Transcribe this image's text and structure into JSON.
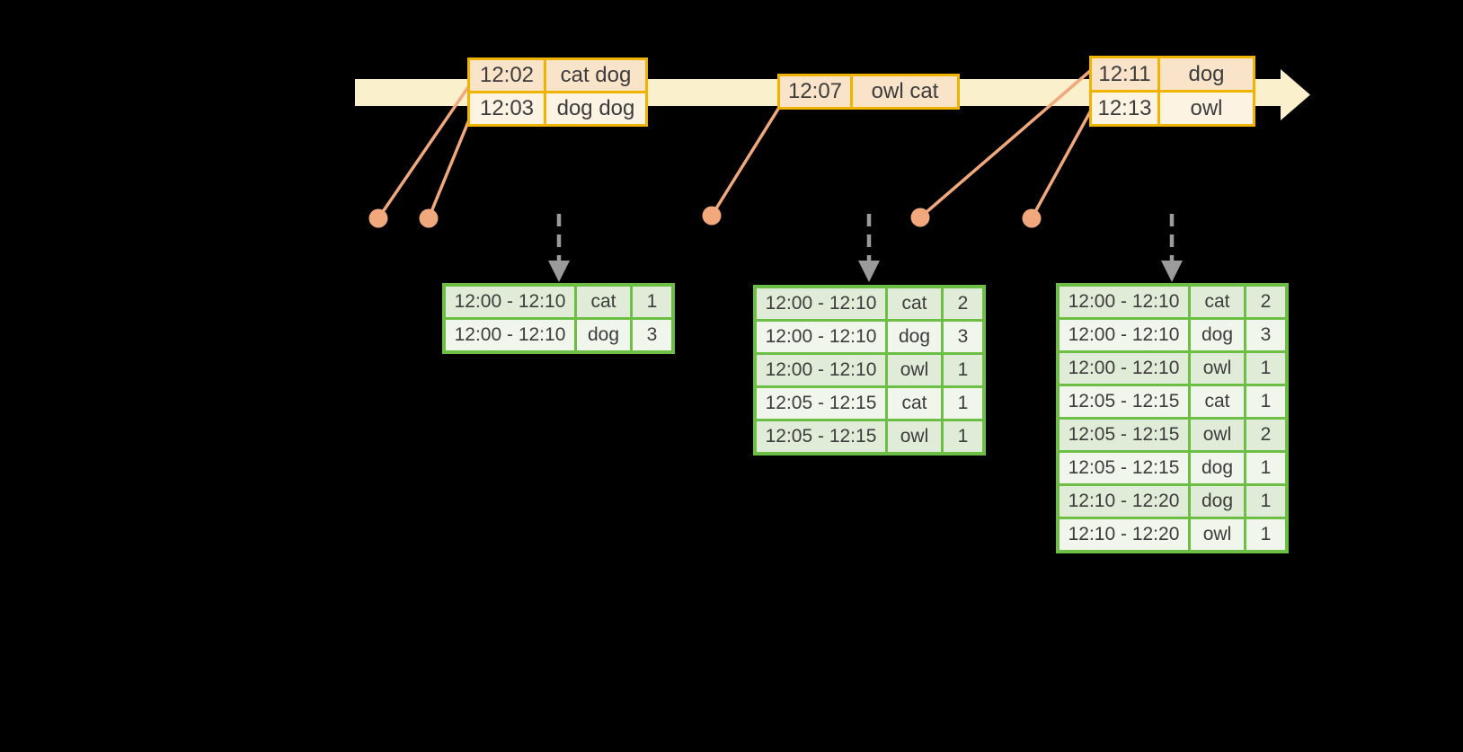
{
  "background": "#000000",
  "colors": {
    "timeline_fill": "#FAF0CB",
    "event_border": "#F0B400",
    "event_row_dark": "#F9E4C9",
    "event_row_light": "#FCF3E3",
    "connector": "#F0A87C",
    "dashed_arrow": "#9B9B9B",
    "result_border": "#6DBE45",
    "result_row_dark": "#E1ECD8",
    "result_row_light": "#F0F6EC",
    "text": "#3C3C3C"
  },
  "event_tables": [
    {
      "name": "events-batch-1",
      "rows": [
        [
          "12:02",
          "cat dog"
        ],
        [
          "12:03",
          "dog dog"
        ]
      ]
    },
    {
      "name": "events-batch-2",
      "rows": [
        [
          "12:07",
          "owl cat"
        ]
      ]
    },
    {
      "name": "events-batch-3",
      "rows": [
        [
          "12:11",
          "dog"
        ],
        [
          "12:13",
          "owl"
        ]
      ]
    }
  ],
  "result_tables": [
    {
      "name": "windowed-counts-1",
      "rows": [
        [
          "12:00 - 12:10",
          "cat",
          "1"
        ],
        [
          "12:00 - 12:10",
          "dog",
          "3"
        ]
      ]
    },
    {
      "name": "windowed-counts-2",
      "rows": [
        [
          "12:00 - 12:10",
          "cat",
          "2"
        ],
        [
          "12:00 - 12:10",
          "dog",
          "3"
        ],
        [
          "12:00 - 12:10",
          "owl",
          "1"
        ],
        [
          "12:05 - 12:15",
          "cat",
          "1"
        ],
        [
          "12:05 - 12:15",
          "owl",
          "1"
        ]
      ]
    },
    {
      "name": "windowed-counts-3",
      "rows": [
        [
          "12:00 - 12:10",
          "cat",
          "2"
        ],
        [
          "12:00 - 12:10",
          "dog",
          "3"
        ],
        [
          "12:00 - 12:10",
          "owl",
          "1"
        ],
        [
          "12:05 - 12:15",
          "cat",
          "1"
        ],
        [
          "12:05 - 12:15",
          "owl",
          "2"
        ],
        [
          "12:05 - 12:15",
          "dog",
          "1"
        ],
        [
          "12:10 - 12:20",
          "dog",
          "1"
        ],
        [
          "12:10 - 12:20",
          "owl",
          "1"
        ]
      ]
    }
  ]
}
